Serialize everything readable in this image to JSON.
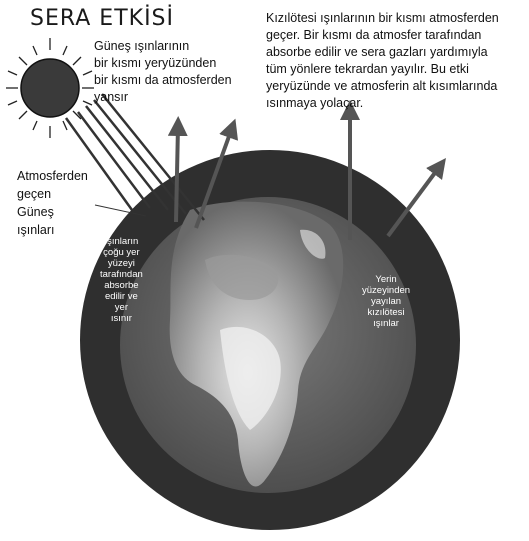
{
  "title": "SERA ETKİSİ",
  "labels": {
    "reflected": "Güneş ışınlarının\nbir kısmı yeryüzünden\nbir kısmı da atmosferden\nyansır",
    "infrared_note": "Kızılötesi ışınlarının bir kısmı atmosferden\ngeçer. Bir kısmı da atmosfer tarafından\nabsorbe edilir ve sera gazları yardımıyla\ntüm yönlere tekrardan yayılır. Bu etki\nyeryüzünde ve atmosferin alt kısımlarında\nısınmaya yolaçar.",
    "incoming": "Atmosferden\ngeçen\nGüneş\nışınları",
    "absorbed": "Işınların\nçoğu yer\nyüzeyi\ntarafından\nabsorbe\nedilir ve\nyer\nısınır",
    "emitted": "Yerin\nyüzeyinden\nyayılan\nkızılötesi\nışınlar"
  },
  "colors": {
    "atmosphere": "#333333",
    "earth_dark": "#5a5a5a",
    "earth_light": "#cfcfcf",
    "arrow": "#555555"
  }
}
